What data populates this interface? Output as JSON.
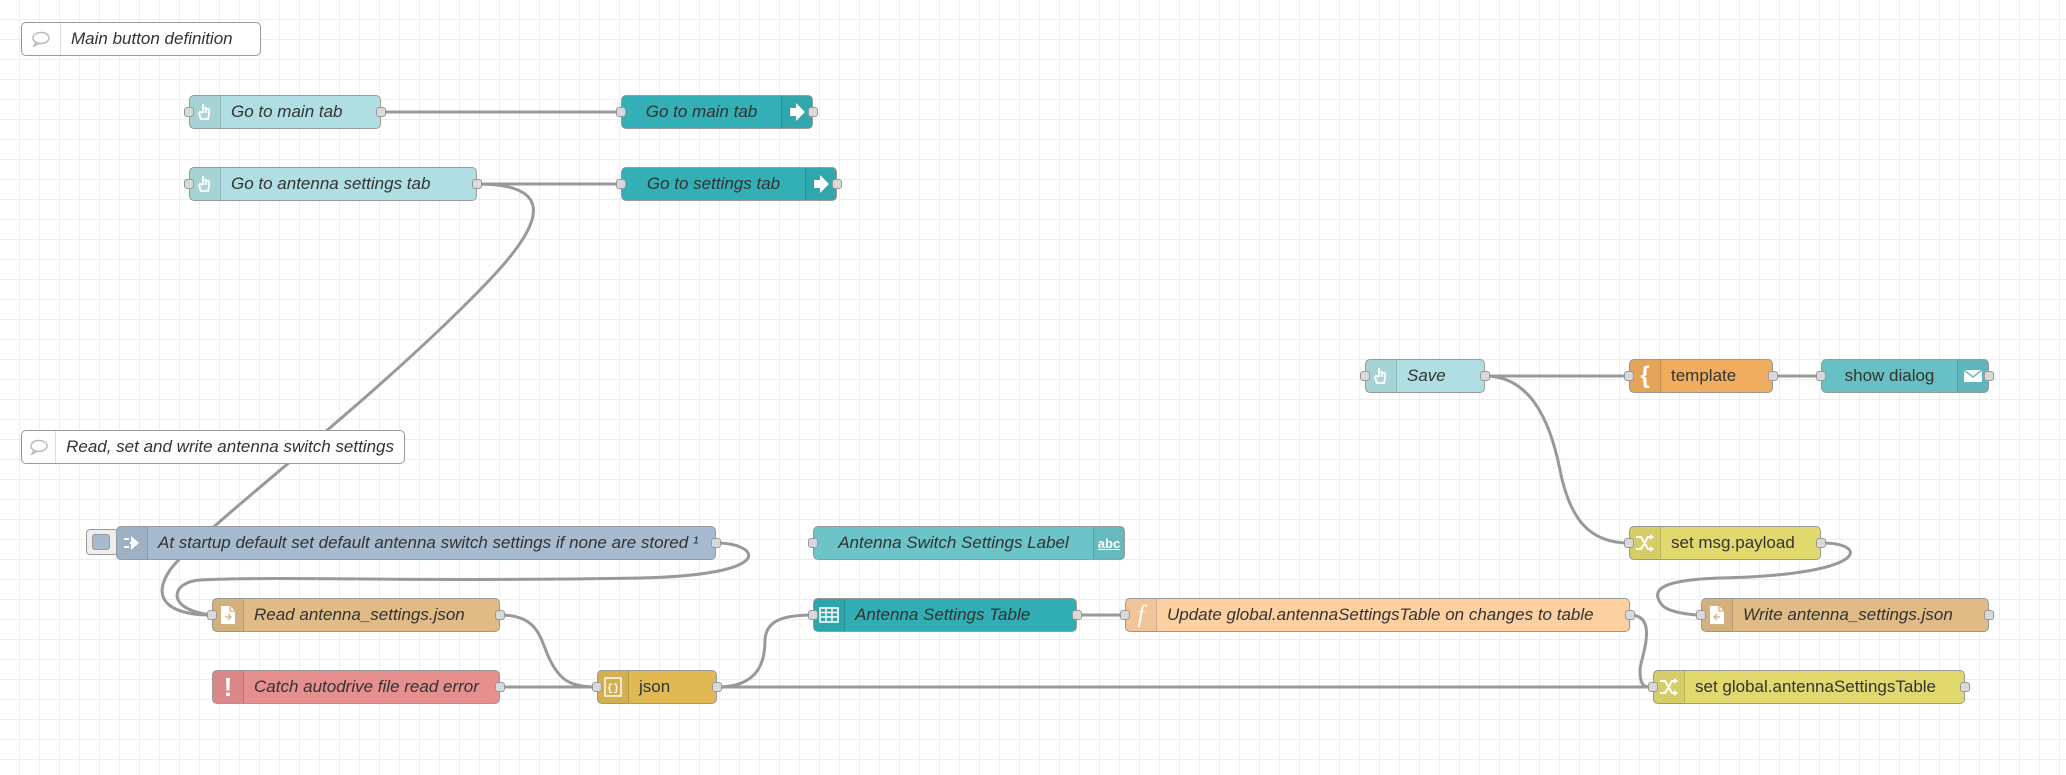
{
  "flow": {
    "comments": {
      "main_button": "Main button definition",
      "antenna_settings": "Read, set and write antenna switch settings"
    },
    "nodes": {
      "btn_main": "Go to main tab",
      "ui_main": "Go to main tab",
      "btn_antenna": "Go to antenna settings tab",
      "ui_settings": "Go to settings tab",
      "save": "Save",
      "template": "template",
      "show_dialog": "show dialog",
      "inject": "At startup default set default antenna switch settings if none are stored ¹",
      "text_label": "Antenna Switch Settings Label",
      "set_payload": "set msg.payload",
      "read_file": "Read antenna_settings.json",
      "table": "Antenna Settings Table",
      "update_func": "Update global.antennaSettingsTable on changes to table",
      "write_file": "Write antenna_settings.json",
      "catch": "Catch autodrive file read error",
      "json": "json",
      "set_global": "set global.antennaSettingsTable"
    }
  },
  "colors": {
    "ui_button": "#b0dfe3",
    "ui_ui_control": "#33b0b5",
    "ui_text": "#6cc3c8",
    "ui_table": "#31aeb3",
    "template": "#f1ad5f",
    "notification": "#66c0c4",
    "inject": "#a6bbcf",
    "change": "#e2d96e",
    "file": "#dfbb86",
    "json": "#e0b955",
    "catch": "#e58f8f",
    "function": "#fdd0a2"
  },
  "icons": {
    "ui_button": "hand-pointer-icon",
    "ui_control": "arrow-right-icon",
    "template": "curly-brace-icon",
    "notification": "envelope-icon",
    "inject": "inject-arrow-icon",
    "text": "abc-text-icon",
    "change": "shuffle-icon",
    "file": "file-icon",
    "table": "table-grid-icon",
    "function": "function-icon",
    "catch": "exclamation-icon",
    "json": "json-braces-icon",
    "comment": "comment-bubble-icon"
  }
}
